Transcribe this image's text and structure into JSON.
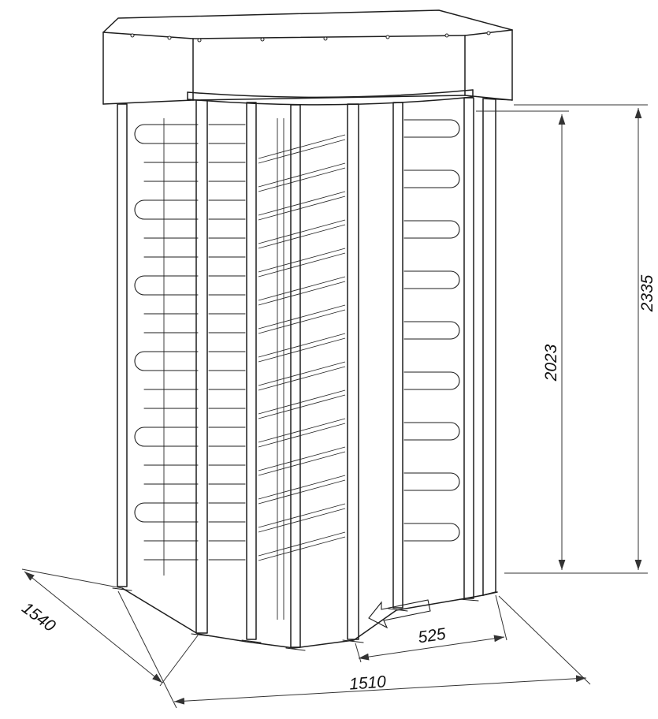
{
  "dims": {
    "height_total": "2335",
    "height_passage": "2023",
    "depth": "1540",
    "passage_width": "525",
    "width": "1510"
  }
}
